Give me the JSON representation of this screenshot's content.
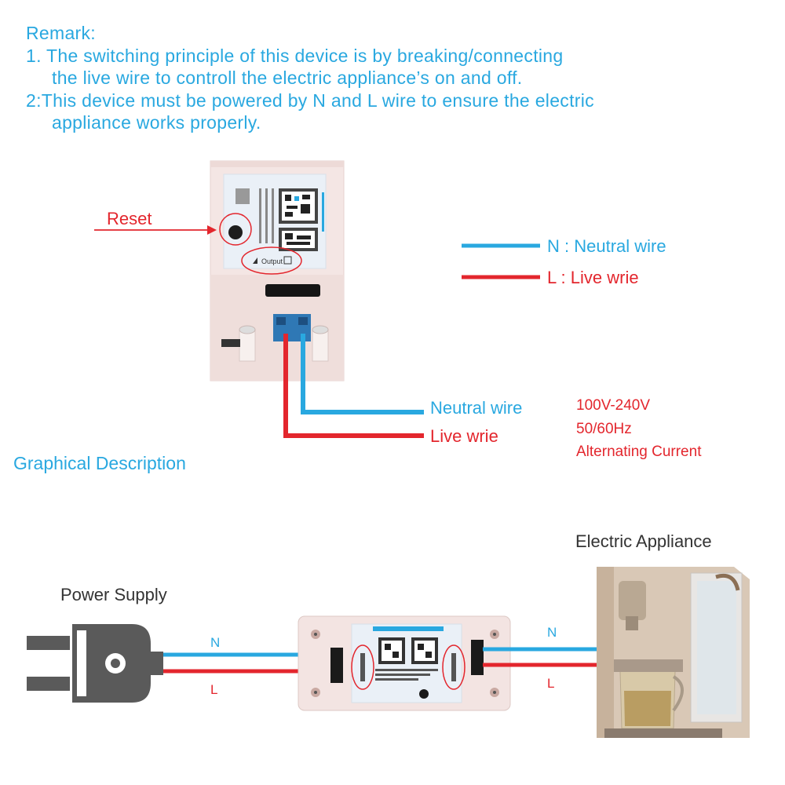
{
  "remark": {
    "title": "Remark:",
    "line1": "1. The switching principle of this device is by breaking/connecting",
    "line1b": "the live wire to controll the electric appliance’s on and off.",
    "line2": "2:This device must be powered by N and L wire to ensure the electric",
    "line2b": "appliance works properly."
  },
  "top_diagram": {
    "reset_label": "Reset",
    "output_label": "Output",
    "legend": {
      "neutral": "N : Neutral wire",
      "live": "L : Live wrie"
    },
    "neutral_label": "Neutral wire",
    "live_label": "Live wrie",
    "spec": [
      "100V-240V",
      "50/60Hz",
      "Alternating Current"
    ]
  },
  "section_title": "Graphical Description",
  "bottom_diagram": {
    "power_supply_label": "Power Supply",
    "appliance_label": "Electric Appliance",
    "left_n": "N",
    "left_l": "L",
    "right_n": "N",
    "right_l": "L"
  },
  "colors": {
    "blue": "#29a8e0",
    "red": "#e3262d",
    "text_dark": "#333333",
    "device_body": "#f3e4e2"
  }
}
